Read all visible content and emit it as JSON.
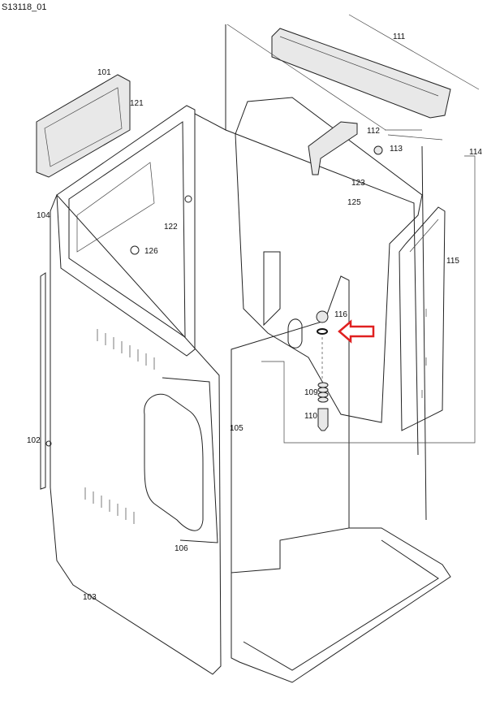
{
  "drawing_id": "S13118_01",
  "part_labels": {
    "p101": "101",
    "p102": "102",
    "p103": "103",
    "p104": "104",
    "p105": "105",
    "p106": "106",
    "p109": "109",
    "p110": "110",
    "p111": "111",
    "p112": "112",
    "p113": "113",
    "p114": "114",
    "p115": "115",
    "p116": "116",
    "p121": "121",
    "p122": "122",
    "p123": "123",
    "p125": "125",
    "p126": "126"
  },
  "highlight": {
    "target_part": "116",
    "color": "#e02020",
    "icon": "arrow-left-icon"
  }
}
